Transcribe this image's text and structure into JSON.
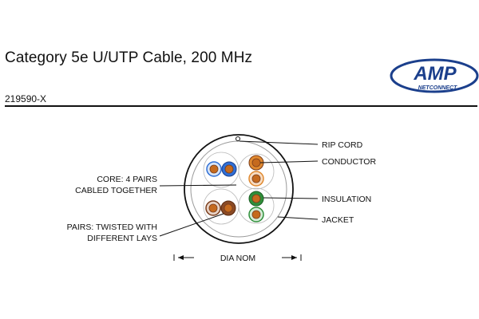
{
  "header": {
    "title": "Category 5e U/UTP Cable, 200 MHz",
    "part_number": "219590-X"
  },
  "logo": {
    "brand": "AMP",
    "sub": "NETCONNECT",
    "color": "#1b3f8c"
  },
  "labels": {
    "rip_cord": "RIP CORD",
    "conductor": "CONDUCTOR",
    "insulation": "INSULATION",
    "jacket": "JACKET",
    "core_line1": "CORE: 4 PAIRS",
    "core_line2": "CABLED TOGETHER",
    "pairs_line1": "PAIRS: TWISTED WITH",
    "pairs_line2": "DIFFERENT LAYS",
    "dia_nom": "DIA NOM"
  },
  "pairs": [
    {
      "name": "blue",
      "color": "#2f6fd6"
    },
    {
      "name": "orange",
      "color": "#c56a1e"
    },
    {
      "name": "green",
      "color": "#2f8f3a"
    },
    {
      "name": "brown",
      "color": "#7a3d1c"
    }
  ]
}
